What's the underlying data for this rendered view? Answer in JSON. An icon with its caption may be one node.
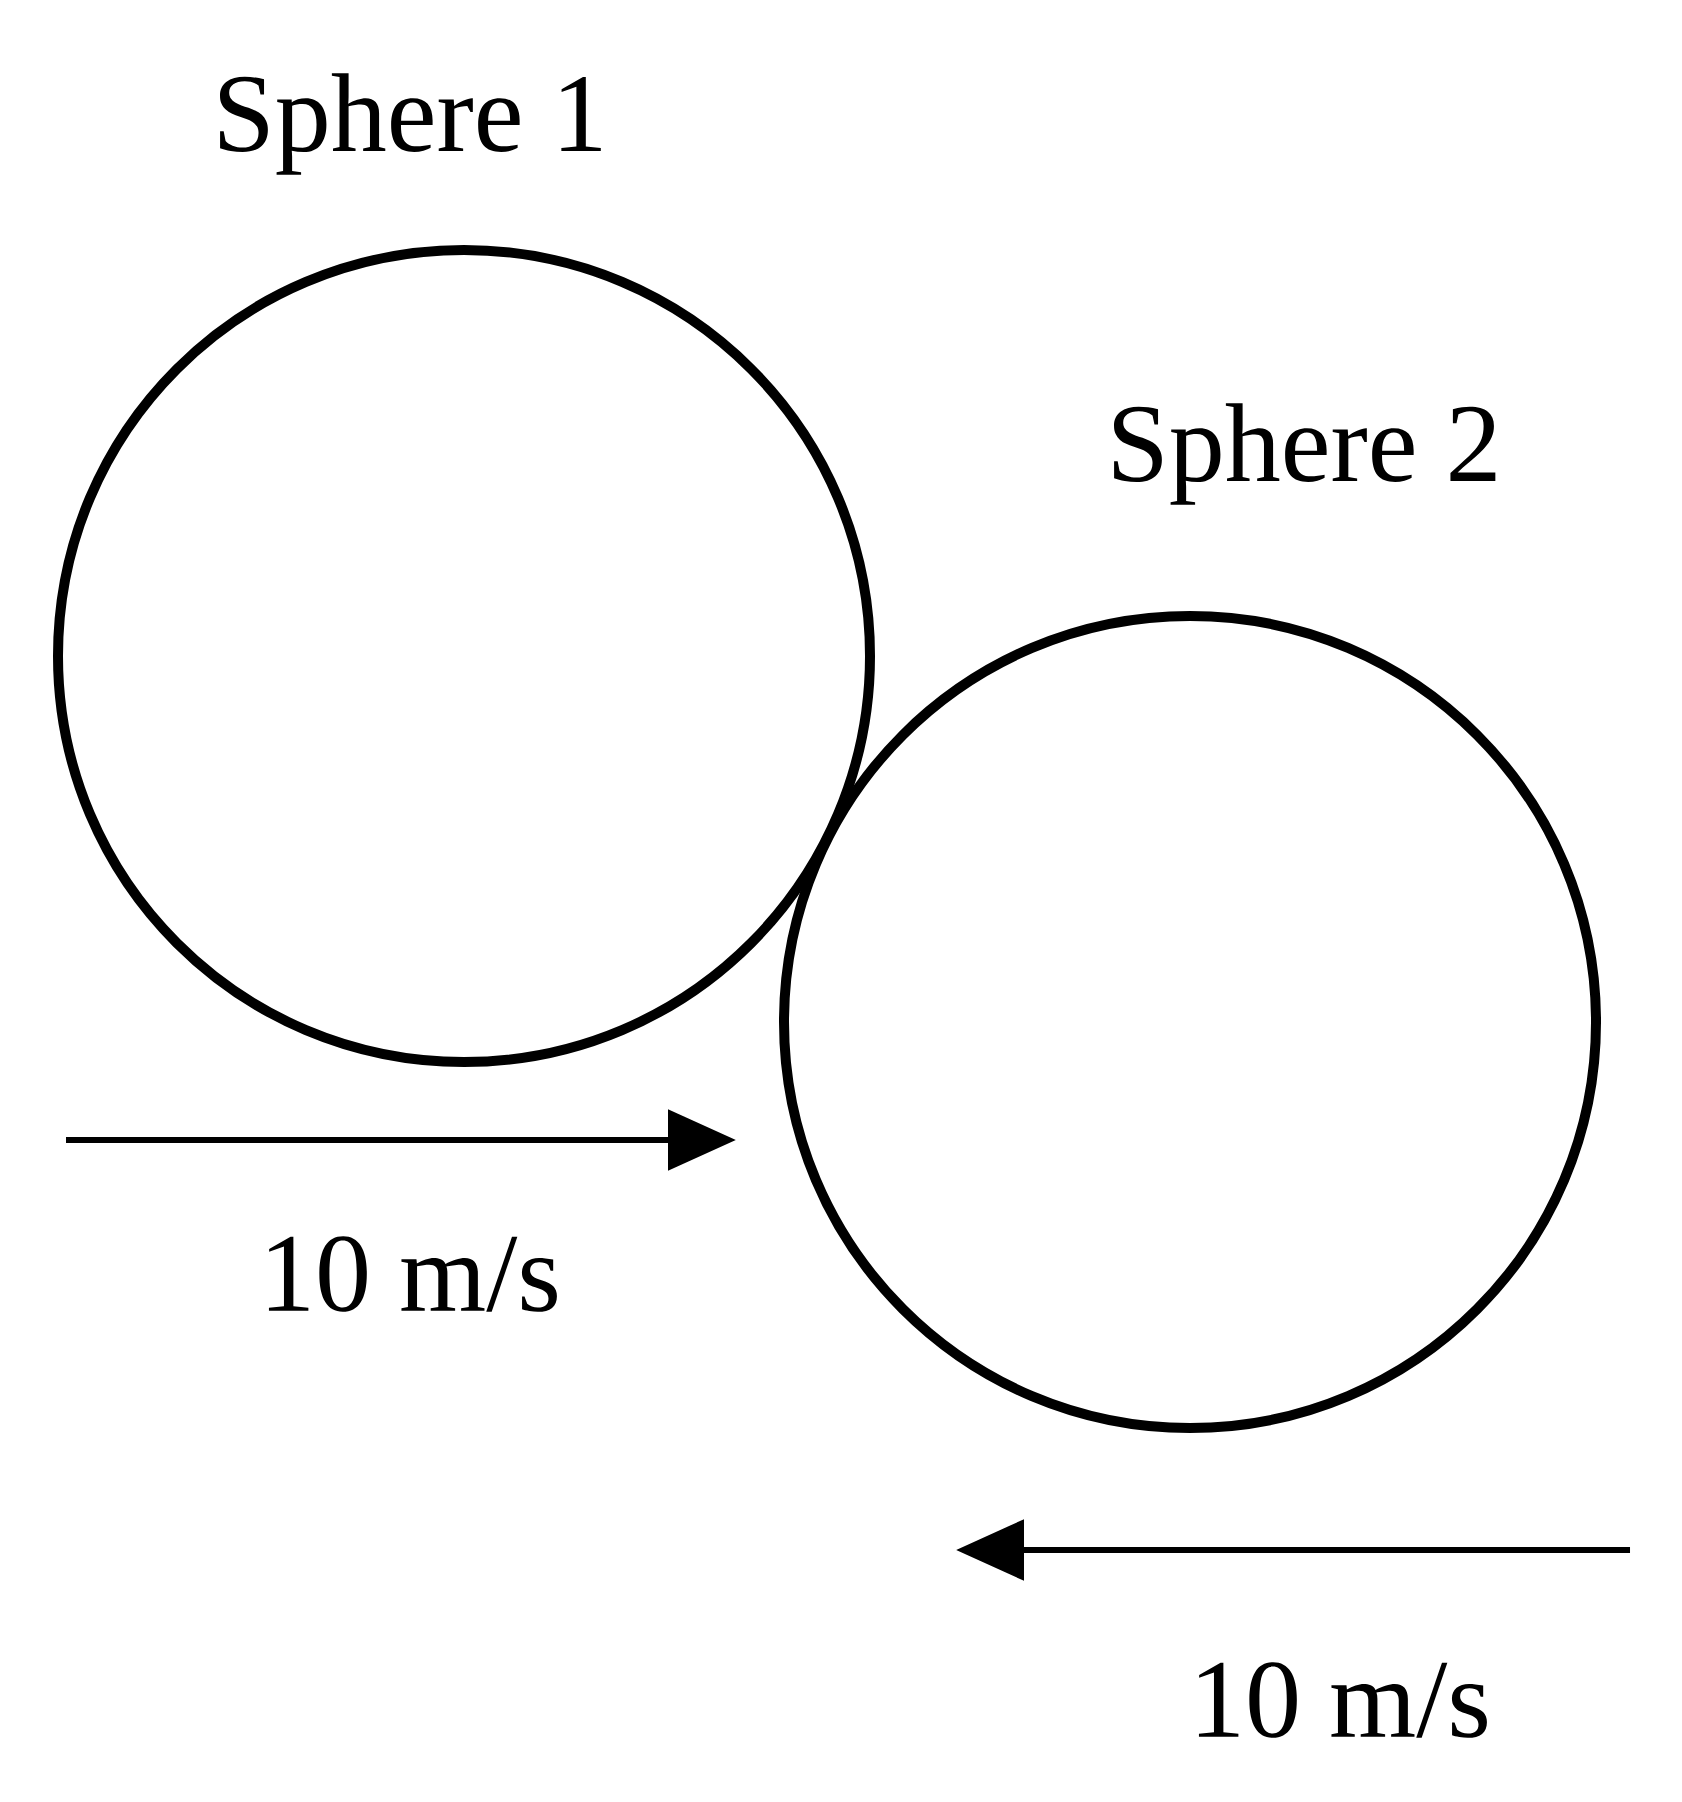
{
  "diagram": {
    "nodes": [
      {
        "text": [
          "Sphere 1"
        ]
      },
      {
        "text": [
          "Sphere 2"
        ]
      }
    ],
    "labels": [
      "10 m/s",
      "10 m/s"
    ]
  }
}
